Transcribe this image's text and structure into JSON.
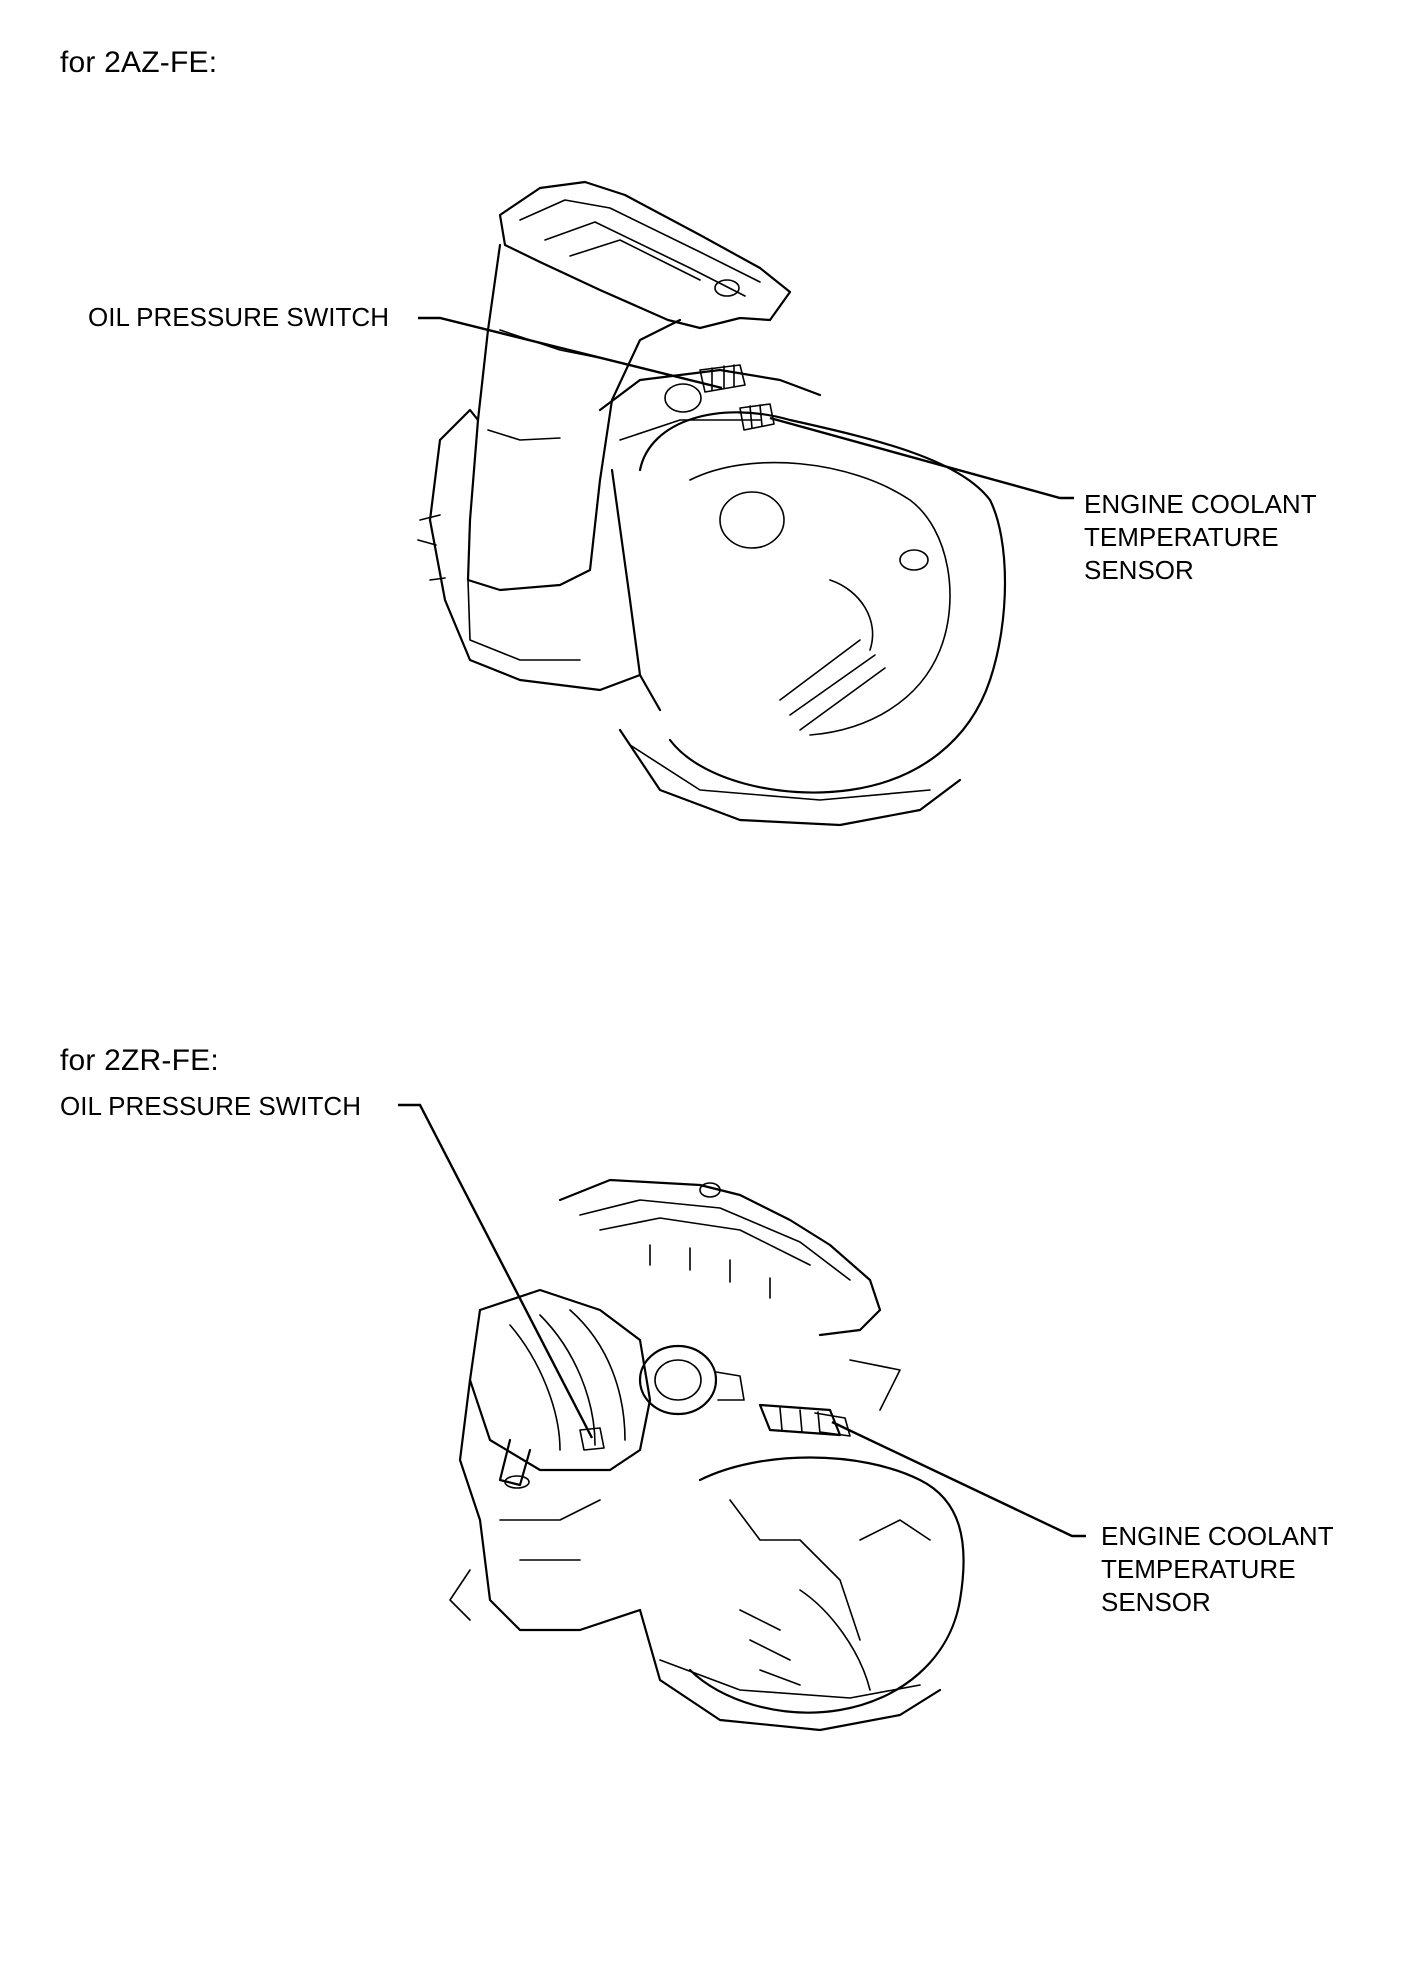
{
  "sections": [
    {
      "heading": "for 2AZ-FE:",
      "oil_pressure_switch": "OIL PRESSURE SWITCH",
      "coolant_sensor_lines": [
        "ENGINE COOLANT",
        "TEMPERATURE",
        "SENSOR"
      ]
    },
    {
      "heading": "for 2ZR-FE:",
      "oil_pressure_switch": "OIL PRESSURE SWITCH",
      "coolant_sensor_lines": [
        "ENGINE COOLANT",
        "TEMPERATURE",
        "SENSOR"
      ]
    }
  ]
}
